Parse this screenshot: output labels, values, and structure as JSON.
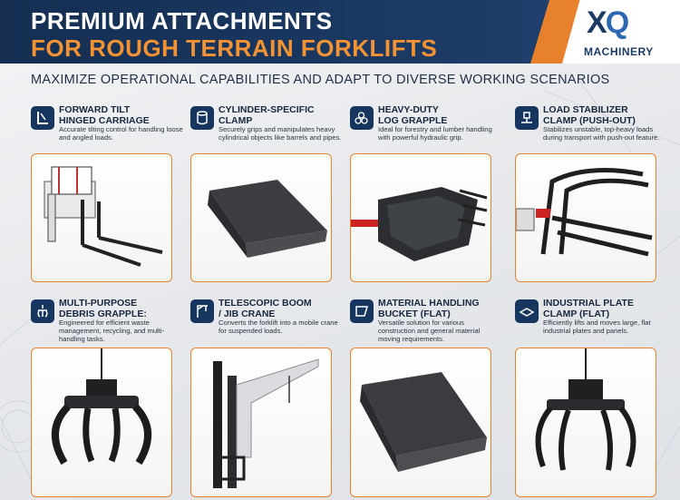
{
  "header": {
    "title_line1": "PREMIUM ATTACHMENTS",
    "title_line2": "FOR ROUGH TERRAIN FORKLIFTS",
    "subtitle": "MAXIMIZE OPERATIONAL CAPABILITIES AND ADAPT TO DIVERSE WORKING SCENARIOS"
  },
  "logo": {
    "mark_x": "X",
    "mark_q": "Q",
    "text": "MACHINERY"
  },
  "colors": {
    "navy": "#1c3b66",
    "orange": "#e8812c",
    "accent_text": "#f39333"
  },
  "cards": [
    {
      "title": "FORWARD TILT\nHINGED CARRIAGE",
      "desc": "Accurate tilting control for handling loose and angled loads.",
      "icon": "carriage-icon"
    },
    {
      "title": "CYLINDER-SPECIFIC\nCLAMP",
      "desc": "Securely grips and manipulates heavy cylindrical objects like barrels and pipes.",
      "icon": "cylinder-icon"
    },
    {
      "title": "HEAVY-DUTY\nLOG GRAPPLE",
      "desc": "Ideal for forestry and lumber handling with powerful hydraulic grip.",
      "icon": "logs-icon"
    },
    {
      "title": "LOAD STABILIZER\nCLAMP (PUSH-OUT)",
      "desc": "Stabilizes unstable, top-heavy loads during transport with push-out feature.",
      "icon": "stabilizer-icon"
    },
    {
      "title": "MULTI-PURPOSE\nDEBRIS GRAPPLE:",
      "desc": "Engineered for efficient waste management, recycling, and multi-handling tasks.",
      "icon": "debris-icon"
    },
    {
      "title": "TELESCOPIC BOOM\n/ JIB CRANE",
      "desc": "Converts the forklift into a mobile crane for suspended loads.",
      "icon": "crane-icon"
    },
    {
      "title": "MATERIAL HANDLING\nBUCKET (FLAT)",
      "desc": "Versatile solution for various construction and general material moving requirements.",
      "icon": "bucket-icon"
    },
    {
      "title": "INDUSTRIAL PLATE\nCLAMP (FLAT)",
      "desc": "Efficiently lifts and moves large, flat industrial plates and panels.",
      "icon": "plate-icon"
    }
  ]
}
